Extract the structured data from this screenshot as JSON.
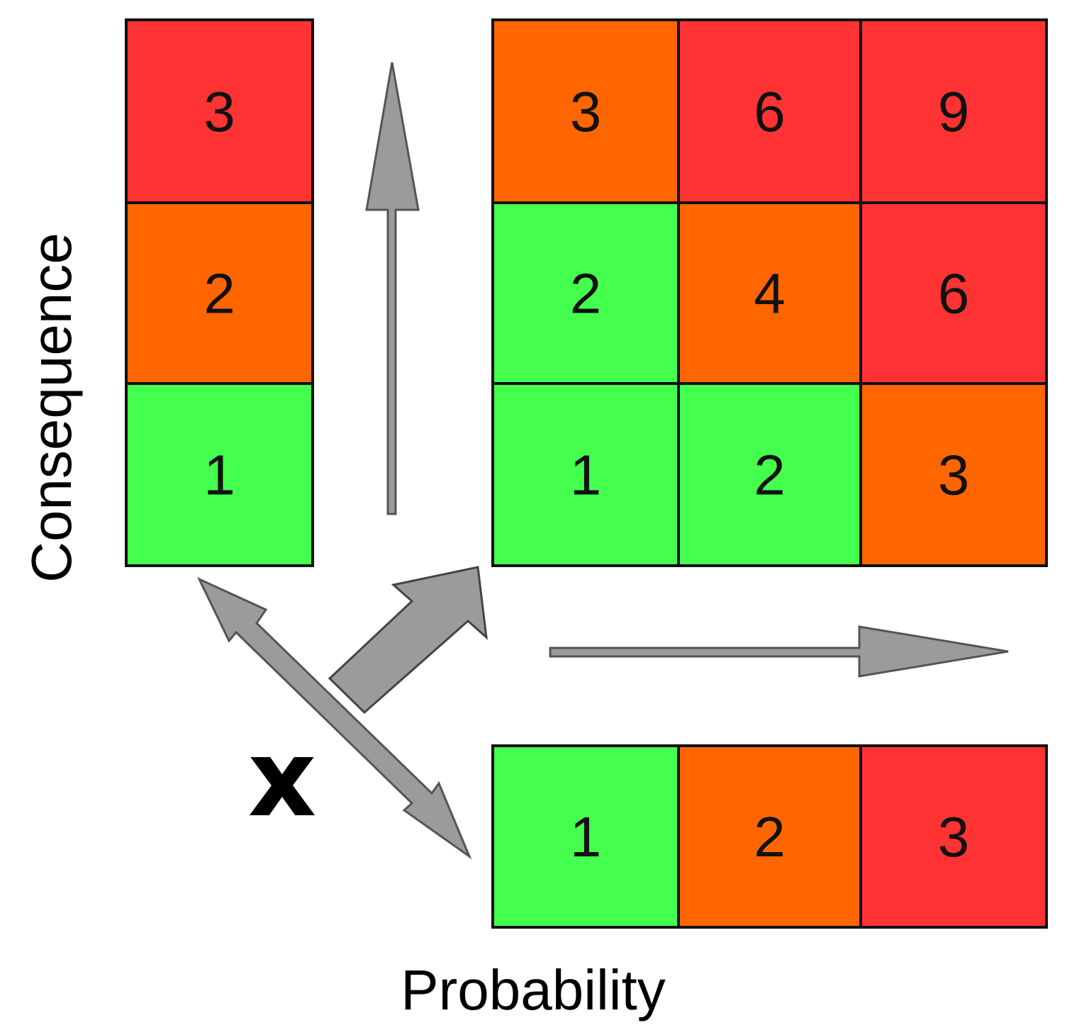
{
  "axes": {
    "vertical_label": "Consequence",
    "horizontal_label": "Probability"
  },
  "colors": {
    "low": "#44ff4d",
    "medium": "#ff6600",
    "high": "#ff3333",
    "arrow_fill": "#9b9b9b",
    "grid_line": "#111111"
  },
  "consequence_scale": {
    "values_top_to_bottom": [
      3,
      2,
      1
    ],
    "levels_top_to_bottom": [
      "high",
      "medium",
      "low"
    ]
  },
  "probability_scale": {
    "values_left_to_right": [
      1,
      2,
      3
    ],
    "levels_left_to_right": [
      "low",
      "medium",
      "high"
    ]
  },
  "risk_matrix": {
    "rows_top_to_bottom": [
      [
        3,
        6,
        9
      ],
      [
        2,
        4,
        6
      ],
      [
        1,
        2,
        3
      ]
    ],
    "levels_top_to_bottom": [
      [
        "medium",
        "high",
        "high"
      ],
      [
        "low",
        "medium",
        "high"
      ],
      [
        "low",
        "low",
        "medium"
      ]
    ]
  },
  "cross_mark": "x"
}
